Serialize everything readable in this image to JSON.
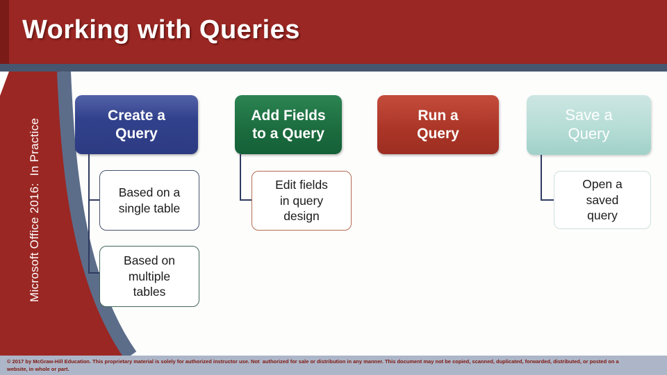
{
  "slide": {
    "title": "Working with Queries",
    "sidebar_text": "Microsoft Office 2016:  In Practice",
    "footer_line1": "© 2017 by McGraw-Hill Education. This proprietary material is solely for authorized instructor use. Not  authorized for sale or distribution in any manner. This document may not be copied, scanned, duplicated, forwarded, distributed, or posted on a",
    "footer_line2": "website, in whole or part."
  },
  "colors": {
    "header_red": "#9a2723",
    "header_accent": "#7a1b18",
    "separator_slate": "#47566f",
    "swoosh_ring": "#5c6d8a",
    "footer_bg": "#adb6c8",
    "footer_text": "#7e170f",
    "connector_navy": "#2f3a60",
    "box_blue": "#2f3e87",
    "box_green": "#1b6b3e",
    "box_red": "#aa3526",
    "box_teal": "#b8ded7"
  },
  "diagram": {
    "columns": [
      {
        "header": "Create a Query",
        "header_lines": [
          "Create a",
          "Query"
        ],
        "children": [
          {
            "text": "Based on a single table",
            "lines": [
              "Based on a",
              "single table"
            ]
          },
          {
            "text": "Based on multiple tables",
            "lines": [
              "Based on",
              "multiple",
              "tables"
            ]
          }
        ]
      },
      {
        "header": "Add Fields to a Query",
        "header_lines": [
          "Add Fields",
          "to a Query"
        ],
        "children": [
          {
            "text": "Edit fields in query design",
            "lines": [
              "Edit fields",
              "in query",
              "design"
            ]
          }
        ]
      },
      {
        "header": "Run a Query",
        "header_lines": [
          "Run a",
          "Query"
        ],
        "children": []
      },
      {
        "header": "Save a Query",
        "header_lines": [
          "Save a",
          "Query"
        ],
        "children": [
          {
            "text": "Open a saved query",
            "lines": [
              "Open a",
              "saved",
              "query"
            ]
          }
        ]
      }
    ]
  }
}
